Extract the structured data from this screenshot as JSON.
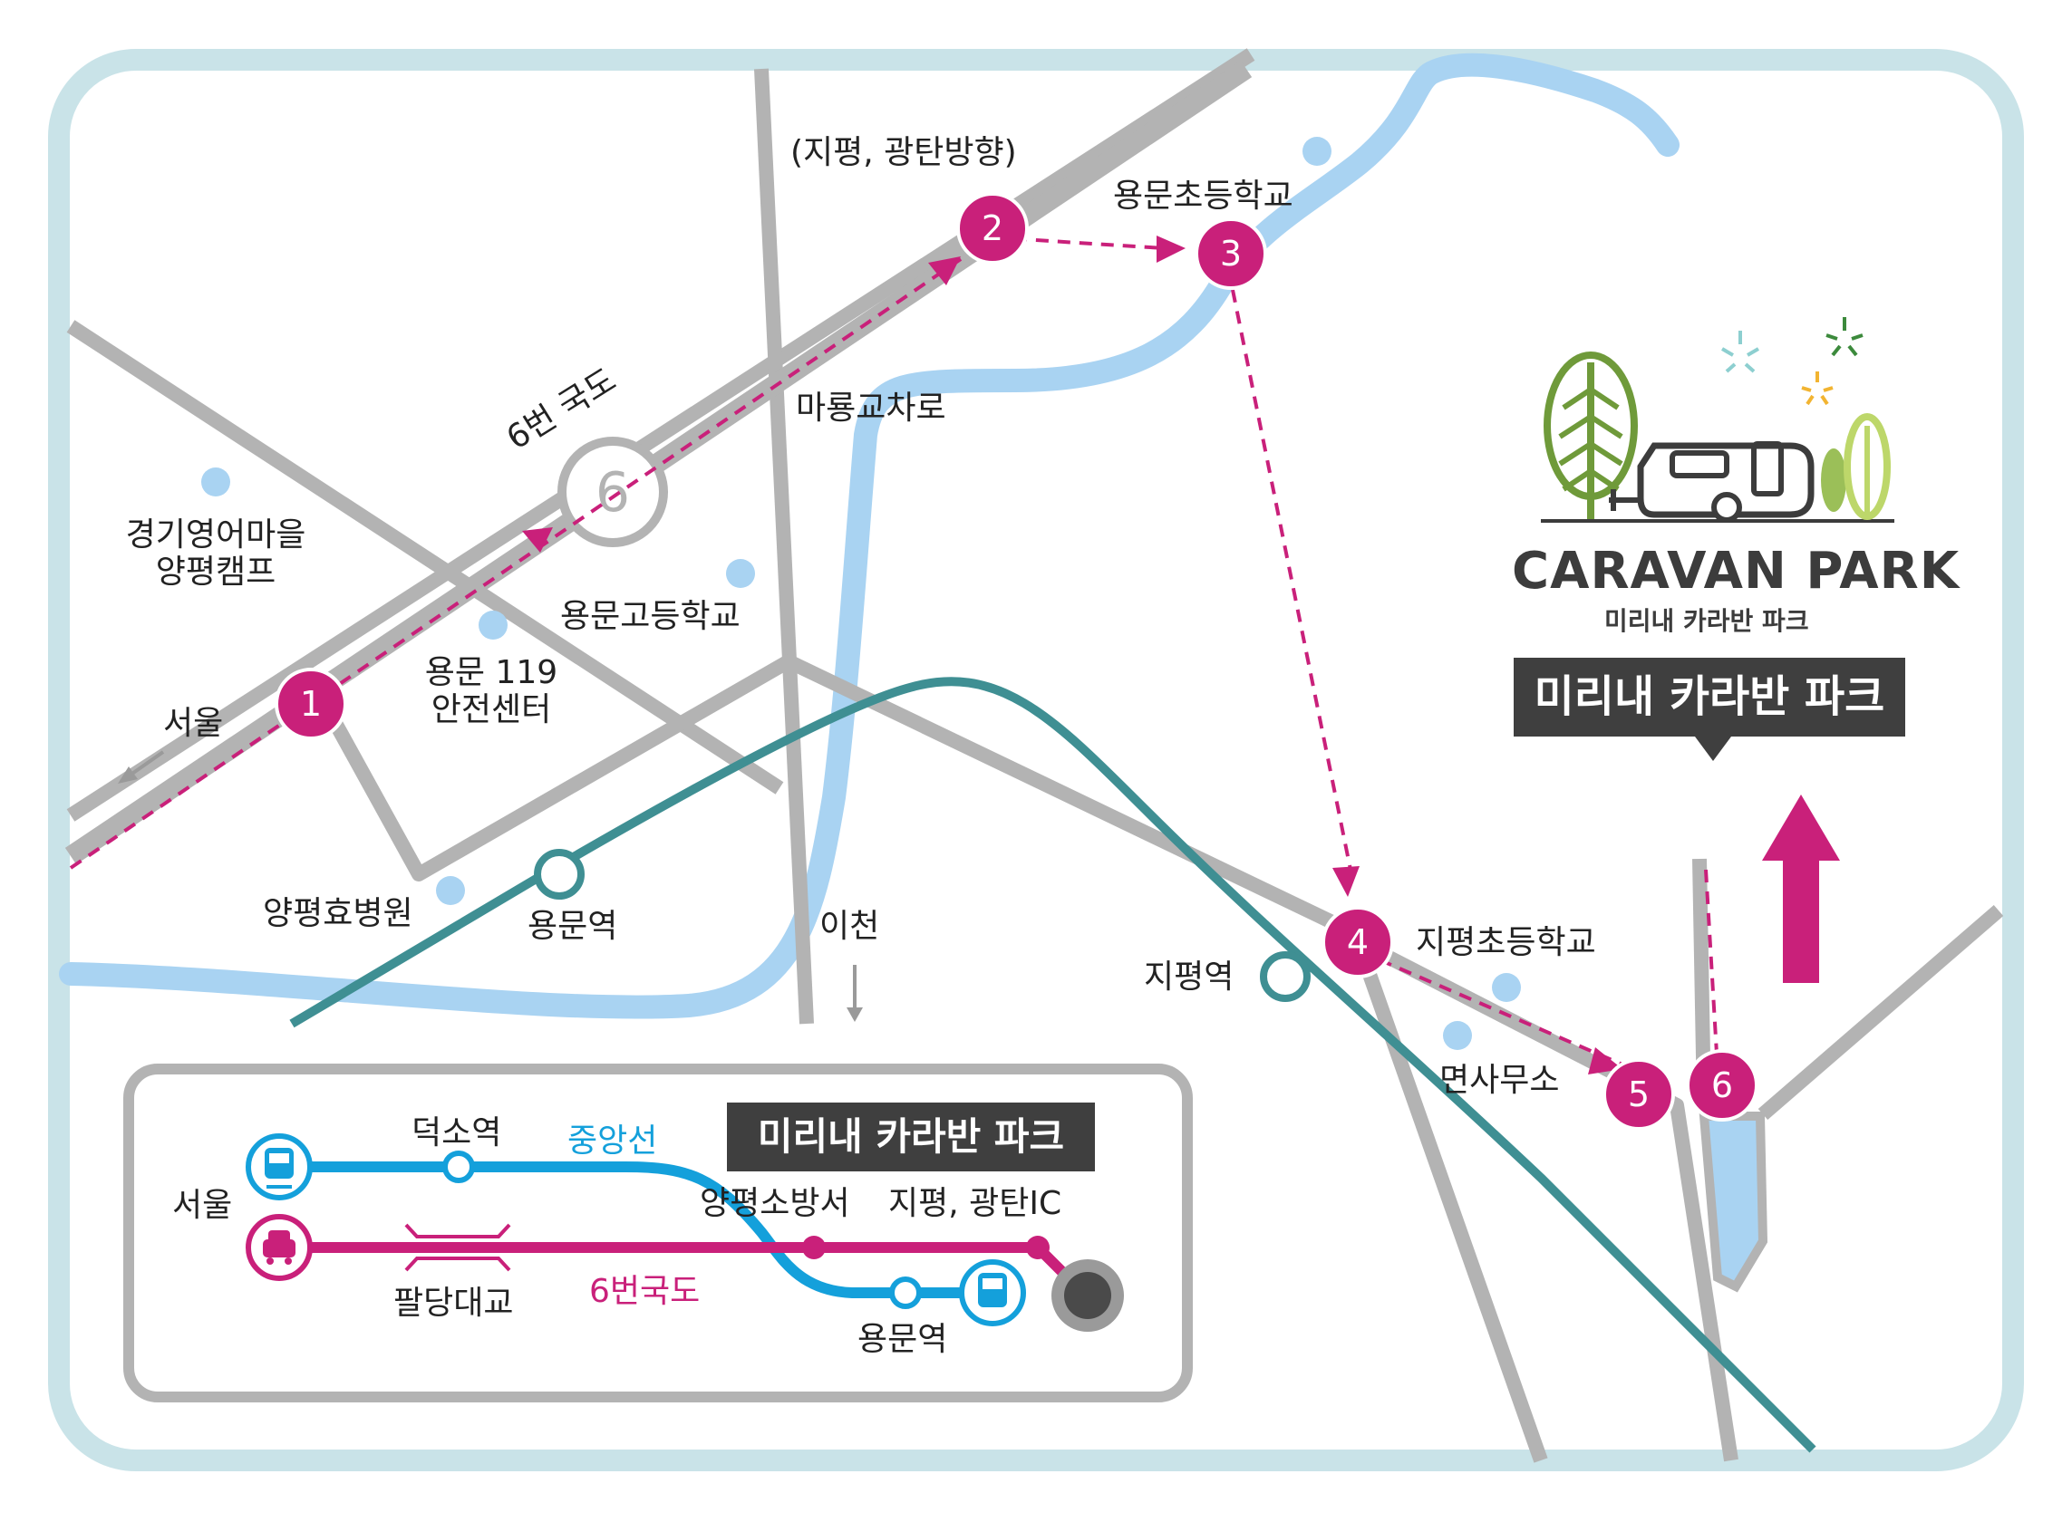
{
  "colors": {
    "frame": "#c9e3e8",
    "road": "#b3b3b3",
    "river": "#a9d3f2",
    "rail": "#3f8f93",
    "route": "#c9207a",
    "jungang": "#14a0db",
    "dark_badge": "#3f3f3f"
  },
  "route_markers": [
    "1",
    "2",
    "3",
    "4",
    "5",
    "6"
  ],
  "national_road": {
    "number": "6",
    "label": "6번 국도"
  },
  "labels": {
    "direction_jipyeong": "(지평, 광탄방향)",
    "yongmun_elem": "용문초등학교",
    "marong": "마룡교차로",
    "camp_line1": "경기영어마을",
    "camp_line2": "양평캠프",
    "yongmun_high": "용문고등학교",
    "safety_line1": "용문 119",
    "safety_line2": "안전센터",
    "seoul": "서울",
    "hospital": "양평효병원",
    "yongmun_station": "용문역",
    "icheon": "이천",
    "jipyeong_station": "지평역",
    "jipyeong_elem": "지평초등학교",
    "myeon_office": "면사무소"
  },
  "destination": {
    "badge": "미리내 카라반 파크",
    "logo_title": "CARAVAN PARK",
    "logo_subtitle": "미리내 카라반 파크"
  },
  "inset": {
    "badge": "미리내 카라반 파크",
    "seoul": "서울",
    "deokso": "덕소역",
    "jungang": "중앙선",
    "fire_station": "양평소방서",
    "jipyeong_ic": "지평, 광탄IC",
    "paldang": "팔당대교",
    "road6": "6번국도",
    "yongmun": "용문역"
  }
}
